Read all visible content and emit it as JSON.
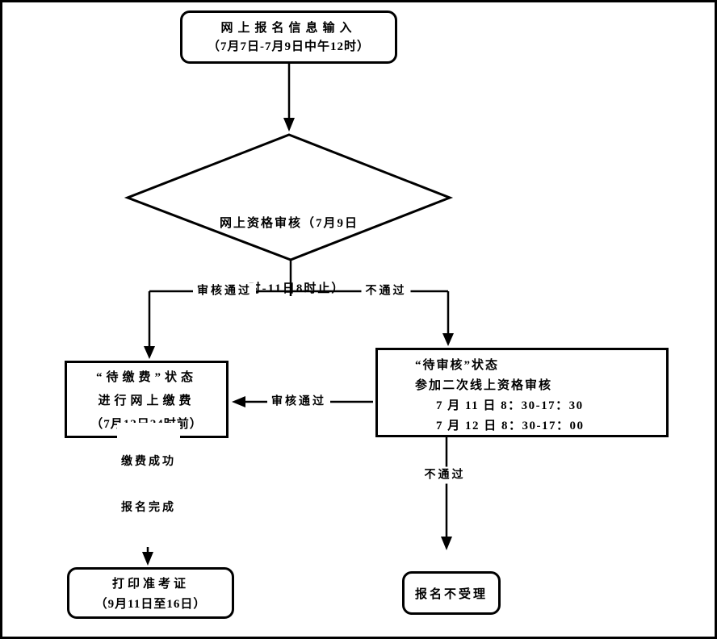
{
  "flowchart": {
    "nodes": {
      "start": {
        "line1": "网上报名信息输入",
        "line2": "（7月7日-7月9日中午12时）"
      },
      "review": {
        "line1": "网上资格审核（7月9日",
        "line2": "12时-11日8时止）"
      },
      "pay": {
        "line1": "“待缴费”状态",
        "line2": "进行网上缴费",
        "line3": "（7月12日24时前）"
      },
      "second_review": {
        "line1": "“待审核”状态",
        "line2": "参加二次线上资格审核",
        "line3": "7 月 11 日 8：30-17：30",
        "line4": "7 月 12 日 8：30-17：00"
      },
      "print": {
        "line1": "打印准考证",
        "line2": "（9月11日至16日）"
      },
      "rejected": {
        "line1": "报名不受理"
      }
    },
    "edge_labels": {
      "pass1": "审核通过",
      "fail1": "不通过",
      "pass2": "审核通过",
      "pay_done_line1": "缴费成功",
      "pay_done_line2": "报名完成",
      "fail2": "不通过"
    },
    "colors": {
      "line": "#000000",
      "text": "#000000",
      "background": "#ffffff"
    }
  }
}
